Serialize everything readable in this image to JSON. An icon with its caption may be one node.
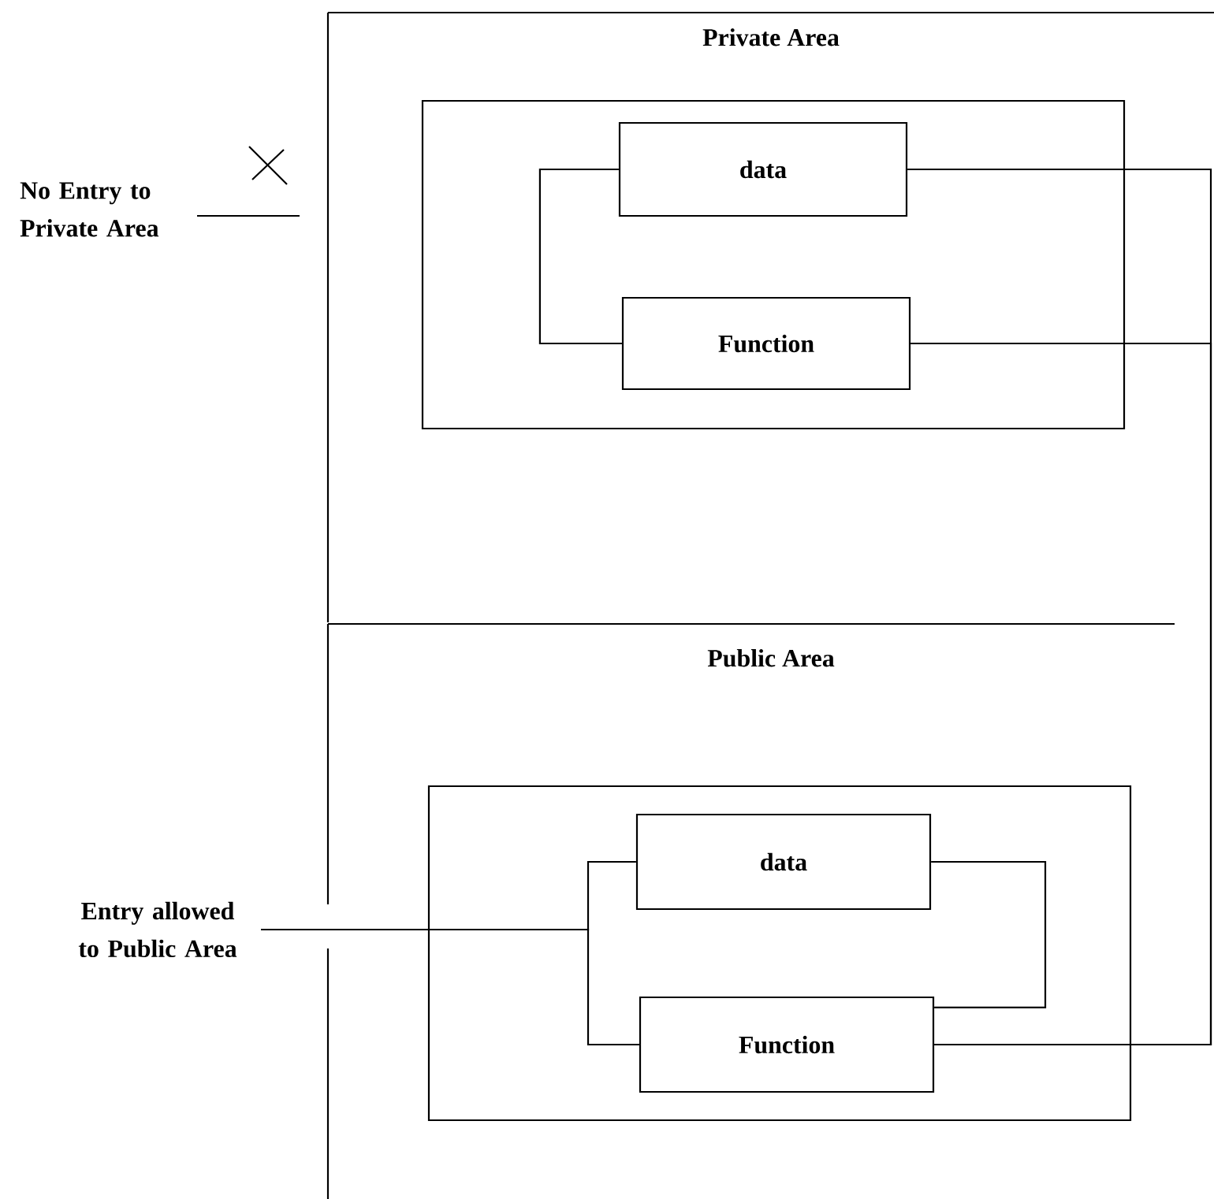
{
  "diagram": {
    "nodes": [
      {
        "text": [
          "Private Area"
        ]
      },
      {
        "text": [],
        "shape": "box",
        "in": 0
      },
      {
        "text": [
          "data"
        ],
        "in": 1
      },
      {
        "text": [
          "Function"
        ],
        "in": 1
      },
      {
        "text": [
          "Public Area"
        ]
      },
      {
        "text": [],
        "shape": "box",
        "in": 4
      },
      {
        "text": [
          "data"
        ],
        "in": 5
      },
      {
        "text": [
          "Function"
        ],
        "in": 5
      },
      {
        "text": [
          "Entry allowed to Public Area"
        ]
      }
    ],
    "edges": [
      {
        "from": 2,
        "to": 3,
        "arrow": "none"
      },
      {
        "from": 2,
        "to": 7,
        "arrow": "none"
      },
      {
        "from": 3,
        "to": 7,
        "arrow": "none"
      },
      {
        "from": 6,
        "to": 7,
        "arrow": "none"
      },
      {
        "from": 8,
        "to": 6,
        "arrow": "none"
      },
      {
        "from": 8,
        "to": 7,
        "arrow": "none"
      }
    ],
    "labels": [
      "No Entry to Private Area"
    ]
  }
}
